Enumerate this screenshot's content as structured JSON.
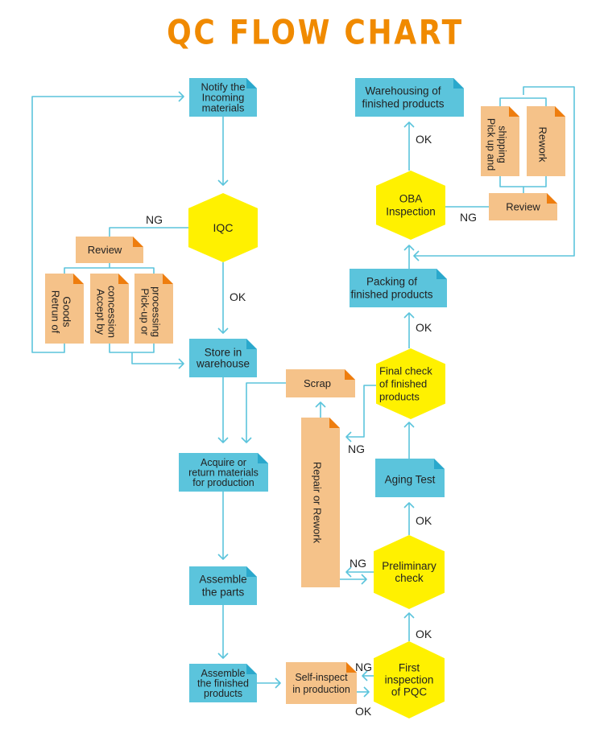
{
  "title": "QC FLOW CHART",
  "colors": {
    "title": "#f08a00",
    "blue_box": "#5bc4dc",
    "blue_fold": "#2aa8cc",
    "orange_box": "#f5c289",
    "orange_fold": "#ee7d0e",
    "yellow_hex": "#fff100",
    "connector": "#5bc4dc",
    "text": "#222222"
  },
  "nodes": {
    "notify": [
      "Notify the",
      "Incoming",
      "materials"
    ],
    "iqc": [
      "IQC"
    ],
    "review_left": [
      "Review"
    ],
    "return_goods": [
      "Retrun of",
      "Goods"
    ],
    "accept": [
      "Accept by",
      "concession"
    ],
    "pickup_left": [
      "Pick-up or",
      "processing"
    ],
    "store": [
      "Store in",
      "warehouse"
    ],
    "acquire": [
      "Acquire or",
      "return materials",
      "for production"
    ],
    "assemble_parts": [
      "Assemble",
      "the parts"
    ],
    "assemble_finished": [
      "Assemble",
      "the finished",
      "products"
    ],
    "self_inspect": [
      "Self-inspect",
      "in production"
    ],
    "first_pqc": [
      "First",
      "inspection",
      "of PQC"
    ],
    "preliminary": [
      "Preliminary",
      "check"
    ],
    "repair": [
      "Repair or Rework"
    ],
    "aging": [
      "Aging Test"
    ],
    "final_check": [
      "Final check",
      "of finished",
      "products"
    ],
    "scrap": [
      "Scrap"
    ],
    "packing": [
      "Packing of",
      "finished products"
    ],
    "oba": [
      "OBA",
      "Inspection"
    ],
    "review_right": [
      "Review"
    ],
    "pickup_shipping": [
      "Pick up and",
      "shipping"
    ],
    "rework": [
      "Rework"
    ],
    "warehousing": [
      "Warehousing of",
      "finished products"
    ]
  },
  "labels": {
    "ng_iqc": "NG",
    "ok_iqc": "OK",
    "ng_self": "NG",
    "ok_self": "OK",
    "ok_pqc": "OK",
    "ng_prelim": "NG",
    "ok_prelim": "OK",
    "ng_final": "NG",
    "ok_final": "OK",
    "ng_oba": "NG",
    "ok_oba": "OK"
  }
}
